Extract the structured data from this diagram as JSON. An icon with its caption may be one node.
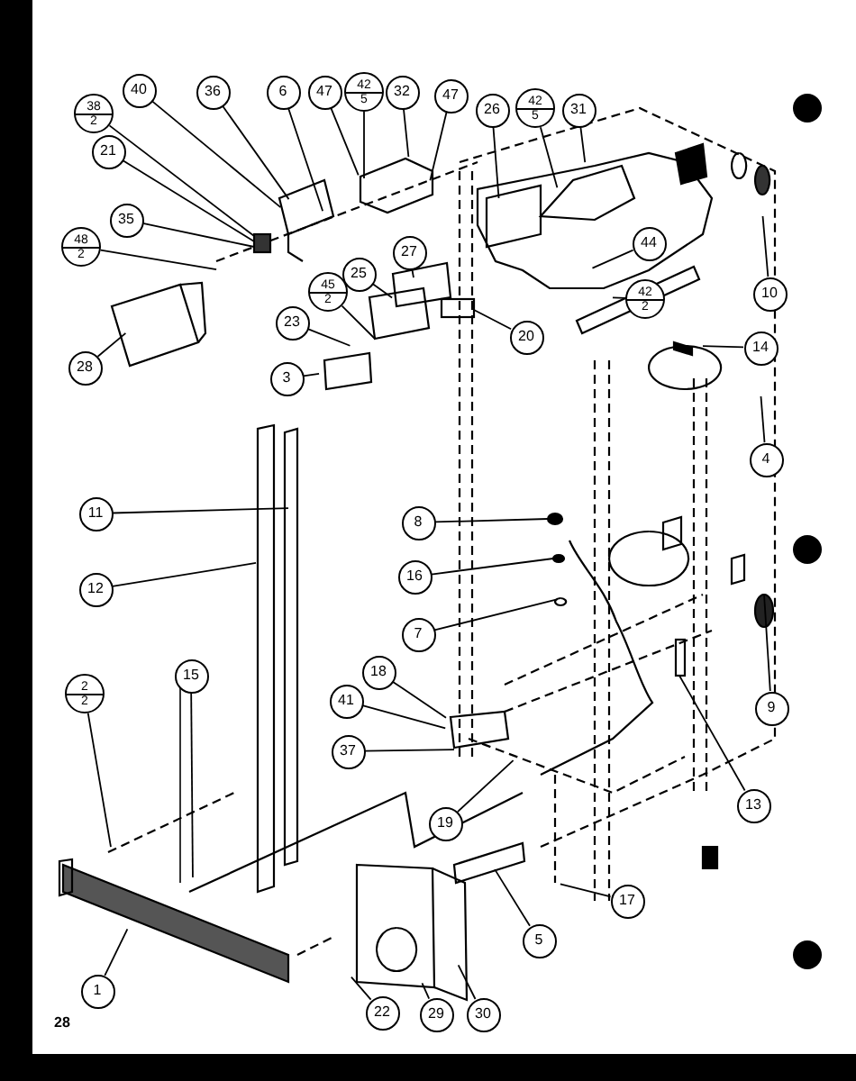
{
  "diagram": {
    "nodes": [
      {
        "text": [
          "40"
        ]
      },
      {
        "text": [
          "36"
        ]
      },
      {
        "text": [
          "6"
        ]
      },
      {
        "text": [
          "47"
        ]
      },
      {
        "text": [
          "42",
          "5"
        ]
      },
      {
        "text": [
          "32"
        ]
      },
      {
        "text": [
          "47"
        ]
      },
      {
        "text": [
          "26"
        ]
      },
      {
        "text": [
          "42",
          "5"
        ]
      },
      {
        "text": [
          "31"
        ]
      },
      {
        "text": [
          "38",
          "2"
        ]
      },
      {
        "text": [
          "21"
        ]
      },
      {
        "text": [
          "35"
        ]
      },
      {
        "text": [
          "48",
          "2"
        ]
      },
      {
        "text": [
          "27"
        ]
      },
      {
        "text": [
          "44"
        ]
      },
      {
        "text": [
          "25"
        ]
      },
      {
        "text": [
          "45",
          "2"
        ]
      },
      {
        "text": [
          "42",
          "2"
        ]
      },
      {
        "text": [
          "10"
        ]
      },
      {
        "text": [
          "23"
        ]
      },
      {
        "text": [
          "20"
        ]
      },
      {
        "text": [
          "14"
        ]
      },
      {
        "text": [
          "28"
        ]
      },
      {
        "text": [
          "3"
        ]
      },
      {
        "text": [
          "4"
        ]
      },
      {
        "text": [
          "11"
        ]
      },
      {
        "text": [
          "8"
        ]
      },
      {
        "text": [
          "16"
        ]
      },
      {
        "text": [
          "12"
        ]
      },
      {
        "text": [
          "7"
        ]
      },
      {
        "text": [
          "18"
        ]
      },
      {
        "text": [
          "15"
        ]
      },
      {
        "text": [
          "2",
          "2"
        ]
      },
      {
        "text": [
          "41"
        ]
      },
      {
        "text": [
          "9"
        ]
      },
      {
        "text": [
          "37"
        ]
      },
      {
        "text": [
          "13"
        ]
      },
      {
        "text": [
          "19"
        ]
      },
      {
        "text": [
          "17"
        ]
      },
      {
        "text": [
          "5"
        ]
      },
      {
        "text": [
          "1"
        ]
      },
      {
        "text": [
          "22"
        ]
      },
      {
        "text": [
          "29"
        ]
      },
      {
        "text": [
          "30"
        ]
      },
      {
        "text": [],
        "shape": "box"
      },
      {
        "text": [],
        "shape": "box"
      },
      {
        "text": [],
        "shape": "circle"
      },
      {
        "text": [],
        "shape": "circle"
      },
      {
        "text": [],
        "shape": "circle"
      },
      {
        "text": [],
        "shape": "box"
      }
    ],
    "edges": [
      {
        "from": 0,
        "to": null,
        "arrow": "none"
      },
      {
        "from": 1,
        "to": null,
        "arrow": "none"
      },
      {
        "from": 2,
        "to": null,
        "arrow": "none"
      },
      {
        "from": 3,
        "to": null,
        "arrow": "none"
      },
      {
        "from": 4,
        "to": null,
        "arrow": "none"
      },
      {
        "from": 5,
        "to": null,
        "arrow": "none"
      },
      {
        "from": 6,
        "to": null,
        "arrow": "none"
      },
      {
        "from": 7,
        "to": null,
        "arrow": "none"
      },
      {
        "from": 8,
        "to": null,
        "arrow": "none"
      },
      {
        "from": 9,
        "to": null,
        "arrow": "none"
      },
      {
        "from": 10,
        "to": 45,
        "arrow": "none"
      },
      {
        "from": 11,
        "to": 45,
        "arrow": "none"
      },
      {
        "from": 12,
        "to": 45,
        "arrow": "none"
      },
      {
        "from": 13,
        "to": null,
        "arrow": "none"
      },
      {
        "from": 14,
        "to": null,
        "arrow": "none"
      },
      {
        "from": 15,
        "to": null,
        "arrow": "none"
      },
      {
        "from": 16,
        "to": null,
        "arrow": "none"
      },
      {
        "from": 17,
        "to": null,
        "arrow": "none"
      },
      {
        "from": 18,
        "to": null,
        "arrow": "none"
      },
      {
        "from": 19,
        "to": null,
        "arrow": "none"
      },
      {
        "from": 20,
        "to": null,
        "arrow": "none"
      },
      {
        "from": 21,
        "to": 46,
        "arrow": "none"
      },
      {
        "from": 22,
        "to": null,
        "arrow": "none"
      },
      {
        "from": 23,
        "to": null,
        "arrow": "none"
      },
      {
        "from": 24,
        "to": null,
        "arrow": "none"
      },
      {
        "from": 25,
        "to": null,
        "arrow": "none"
      },
      {
        "from": 26,
        "to": null,
        "arrow": "none"
      },
      {
        "from": 27,
        "to": 47,
        "arrow": "none"
      },
      {
        "from": 28,
        "to": 48,
        "arrow": "none"
      },
      {
        "from": 29,
        "to": null,
        "arrow": "none"
      },
      {
        "from": 30,
        "to": null,
        "arrow": "none"
      },
      {
        "from": 31,
        "to": null,
        "arrow": "none"
      },
      {
        "from": 32,
        "to": null,
        "arrow": "none"
      },
      {
        "from": 33,
        "to": null,
        "arrow": "none"
      },
      {
        "from": 34,
        "to": null,
        "arrow": "none"
      },
      {
        "from": 35,
        "to": 49,
        "arrow": "none"
      },
      {
        "from": 36,
        "to": null,
        "arrow": "none"
      },
      {
        "from": 37,
        "to": 50,
        "arrow": "none"
      },
      {
        "from": 38,
        "to": null,
        "arrow": "none"
      },
      {
        "from": 39,
        "to": null,
        "arrow": "none"
      },
      {
        "from": 40,
        "to": null,
        "arrow": "none"
      },
      {
        "from": 41,
        "to": null,
        "arrow": "none"
      },
      {
        "from": 42,
        "to": null,
        "arrow": "none"
      },
      {
        "from": 43,
        "to": null,
        "arrow": "none"
      },
      {
        "from": 44,
        "to": null,
        "arrow": "none"
      }
    ],
    "labels": [
      "28"
    ]
  }
}
